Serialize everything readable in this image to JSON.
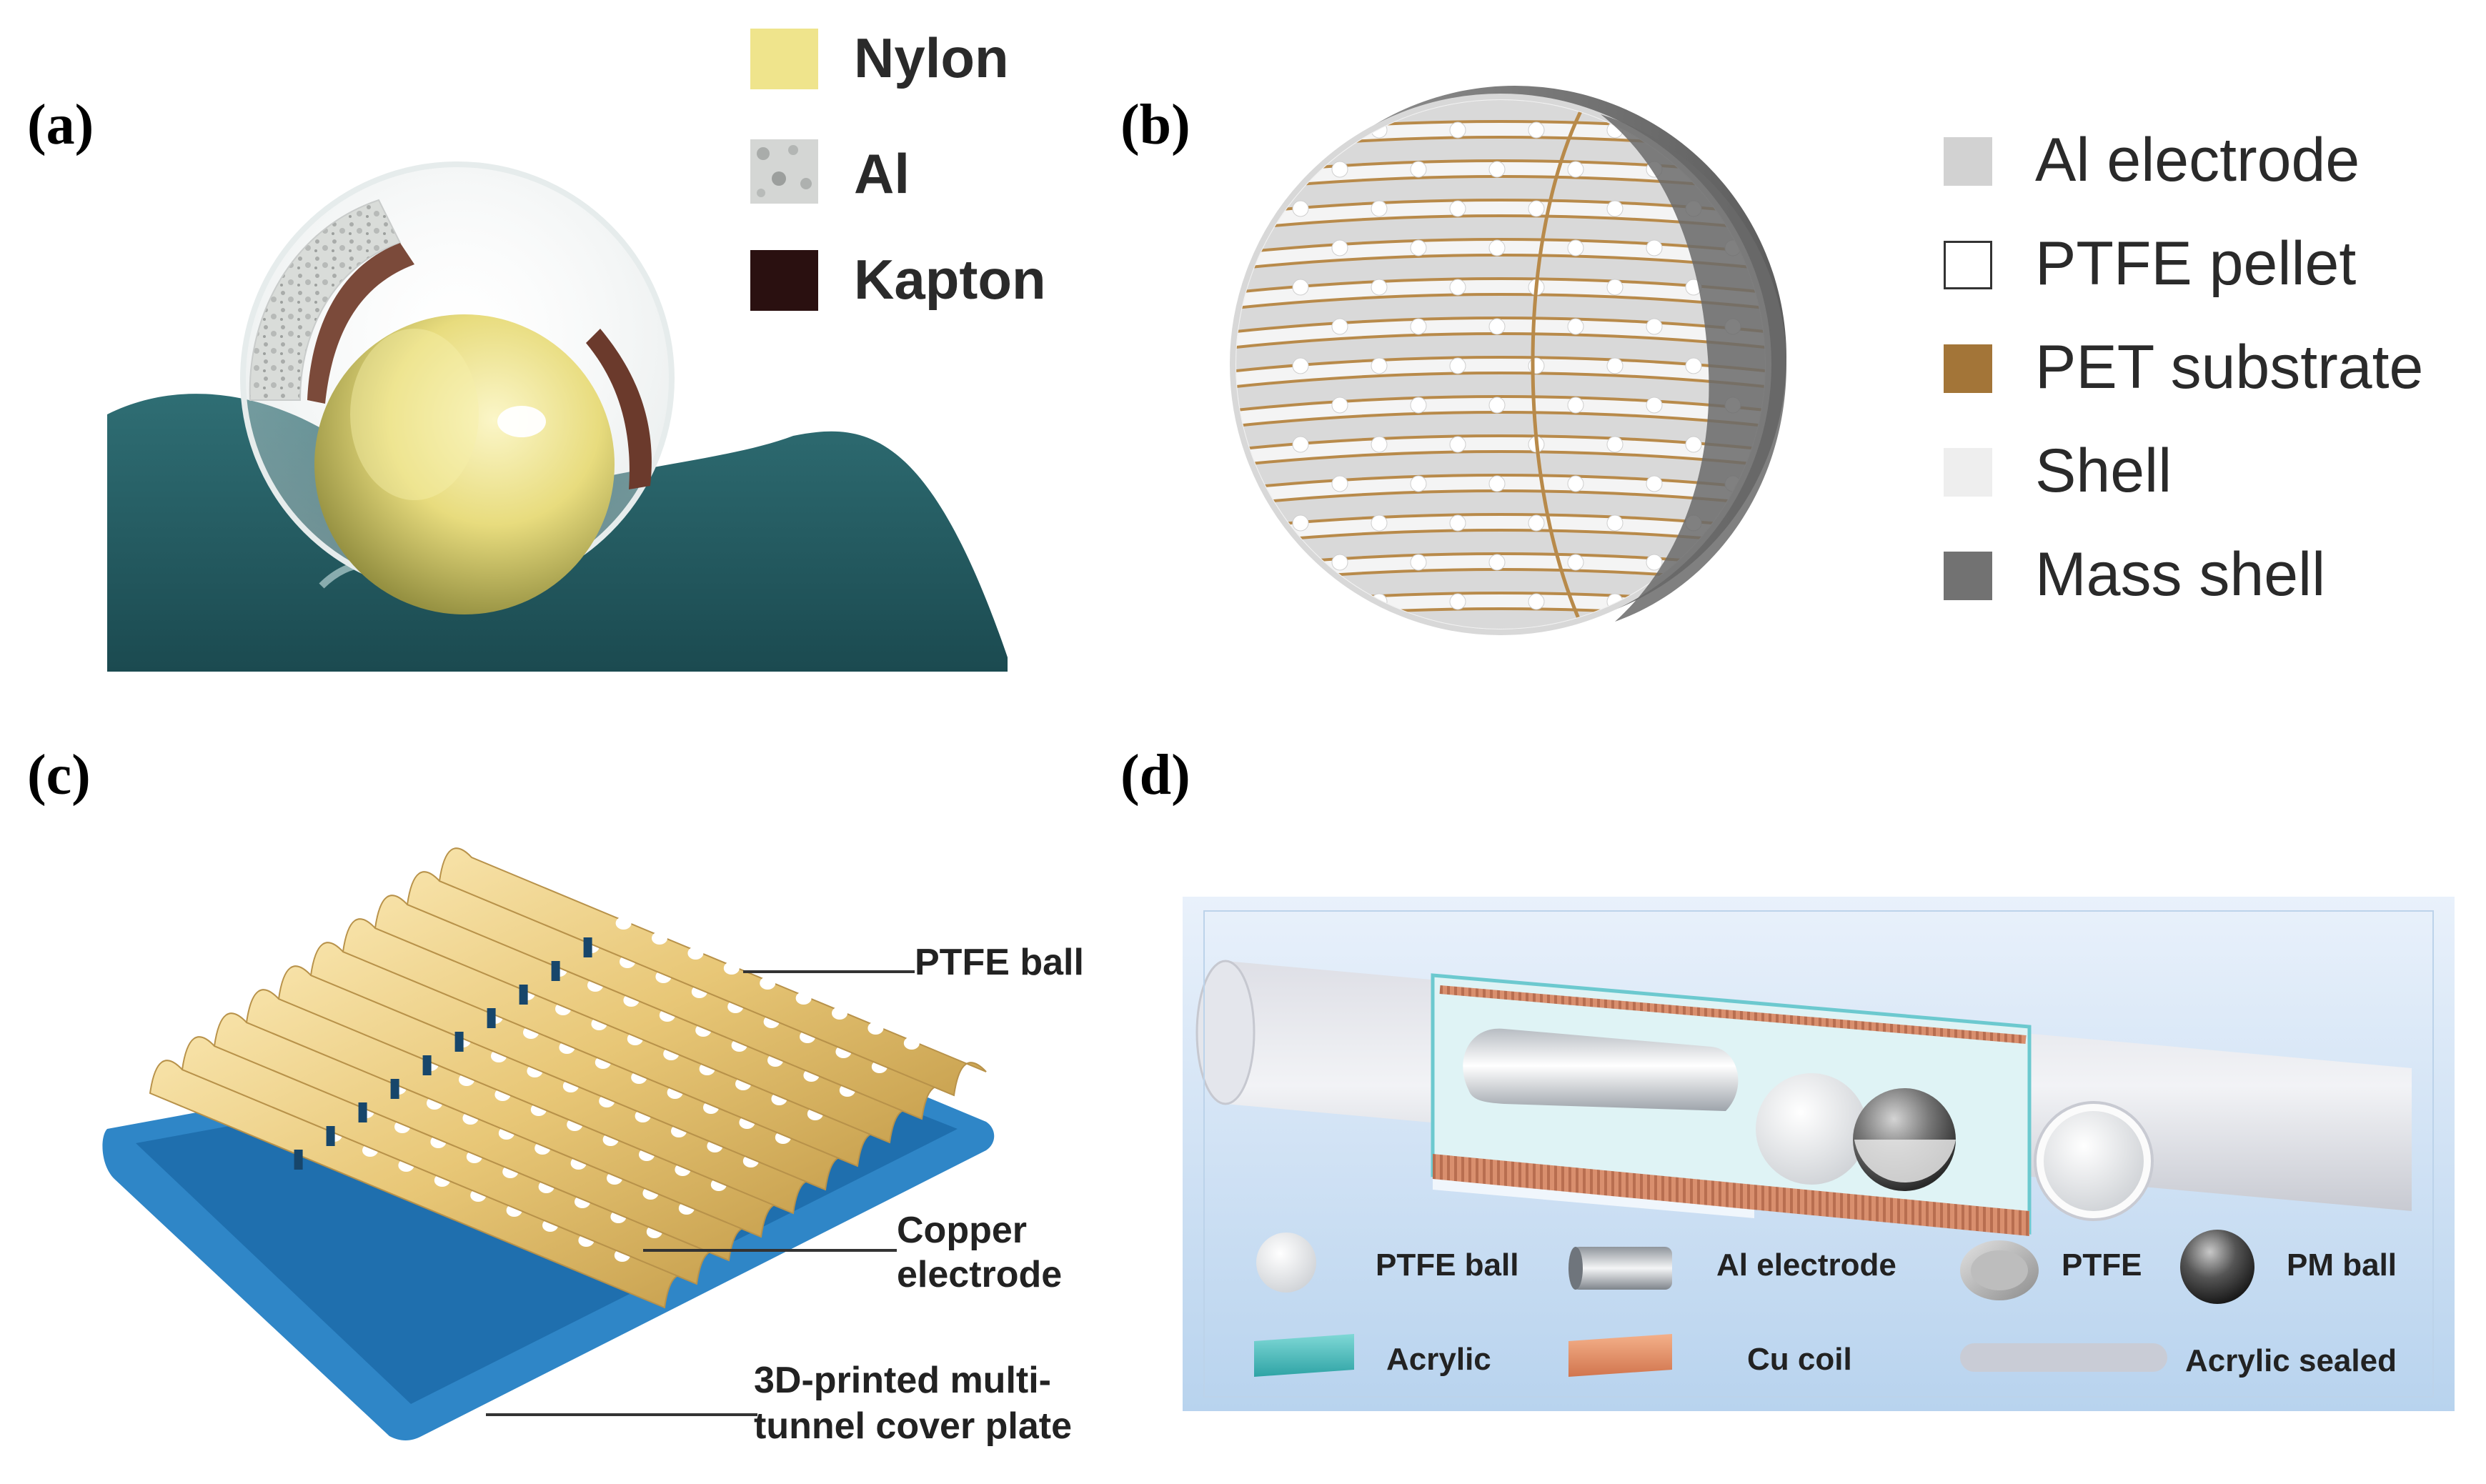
{
  "panels": {
    "a": {
      "letter": "(a)",
      "legend": [
        {
          "label": "Nylon",
          "color": "#efe48c"
        },
        {
          "label": "Al",
          "color": "#c8cac8"
        },
        {
          "label": "Kapton",
          "color": "#2a1010"
        }
      ]
    },
    "b": {
      "letter": "(b)",
      "legend": [
        {
          "label": "Al electrode",
          "color": "#d2d2d2"
        },
        {
          "label": "PTFE pellet",
          "color": "#ffffff"
        },
        {
          "label": "PET substrate",
          "color": "#a37538"
        },
        {
          "label": "Shell",
          "color": "#eeeeee"
        },
        {
          "label": "Mass shell",
          "color": "#727272"
        }
      ]
    },
    "c": {
      "letter": "(c)",
      "labels": {
        "ptfe": "PTFE ball",
        "copper_1": "Copper",
        "copper_2": "electrode",
        "plate_1": "3D-printed multi-",
        "plate_2": "tunnel cover plate"
      }
    },
    "d": {
      "letter": "(d)",
      "legend": [
        {
          "label": "PTFE ball"
        },
        {
          "label": "Al electrode"
        },
        {
          "label": "PTFE"
        },
        {
          "label": "PM ball"
        },
        {
          "label": "Acrylic"
        },
        {
          "label": "Cu coil"
        },
        {
          "label": "Acrylic sealed"
        }
      ]
    }
  }
}
